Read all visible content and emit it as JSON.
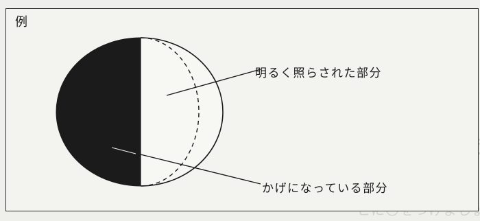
{
  "example_label": "例",
  "labels": {
    "lit_part": "明るく照らされた部分",
    "shadow_part": "かげになっている部分"
  }
}
